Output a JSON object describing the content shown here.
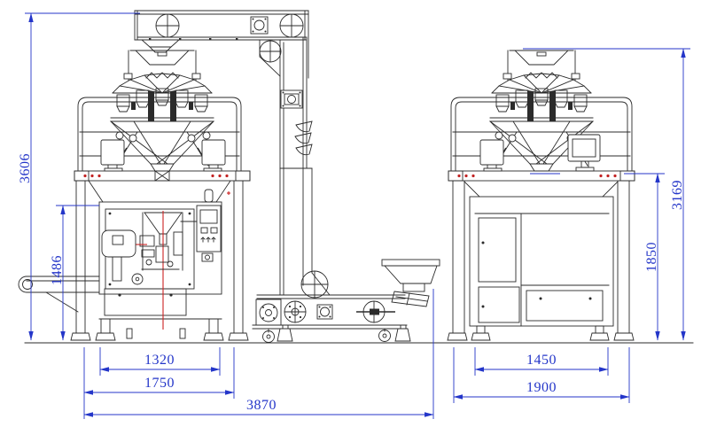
{
  "diagram": {
    "type": "engineering-drawing",
    "description": "Technical layout drawing of an automatic packing line: premade-bag packing machine with multihead weigher on gantry platform (left), Z-type bucket elevator with top infeed conveyor (center), and multihead weigher support platform with floor feed conveyor and hopper (right). Blue CAD dimension lines in millimetres.",
    "colors": {
      "background": "#ffffff",
      "linework": "#2b2b2b",
      "dimension": "#2436c9",
      "accent_red": "#c22222"
    },
    "dimensions_mm": {
      "left_overall_height": "3606",
      "packer_height": "1486",
      "packer_body_width": "1320",
      "packer_overall_width": "1750",
      "line_overall_length": "3870",
      "right_overall_height": "3169",
      "platform_height": "1850",
      "cabinet_body_width": "1450",
      "cabinet_overall_width": "1900"
    }
  }
}
